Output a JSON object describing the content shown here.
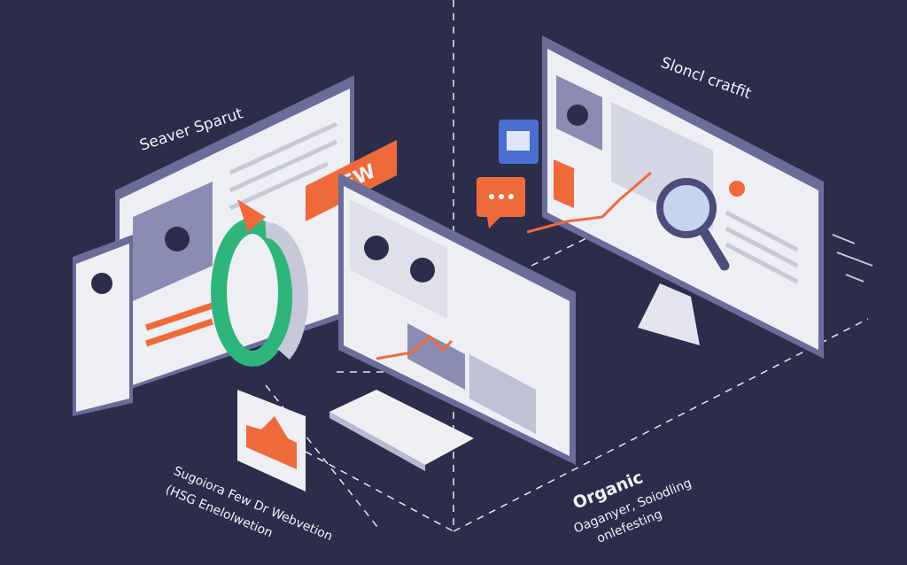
{
  "colors": {
    "background": "#2b2d4b",
    "accent_orange": "#ef6a3a",
    "accent_green": "#2fb57a",
    "frame": "#6a6c99",
    "panel": "#f0f0f4"
  },
  "labels": {
    "left_panel_title": "Seaver Sparut",
    "right_panel_title": "Sloncl cratfit",
    "tag_text": "EW",
    "bottom_left_line1": "Sugoiora Few Dr Webvetion",
    "bottom_left_line2": "(HSG Enelolwetion",
    "bottom_right_heading": "Organic",
    "bottom_right_line1": "Oaganyer, Soiodling",
    "bottom_right_line2": "onlefesting"
  },
  "icons": [
    "speech-bubble-icon",
    "magnifier-icon",
    "trend-arrow-icon",
    "refresh-ring-icon",
    "avatar-icon",
    "monitor-icon",
    "keyboard-icon",
    "chart-card-icon"
  ]
}
